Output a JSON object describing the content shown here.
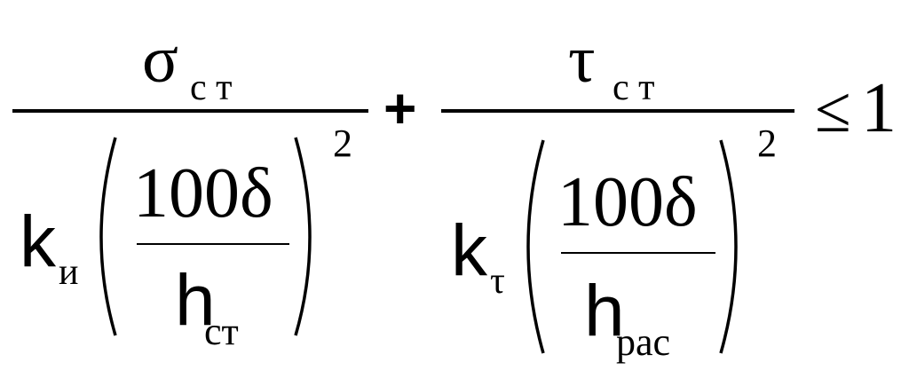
{
  "formula": {
    "term1": {
      "numerator_symbol": "σ",
      "numerator_subscript": "с т",
      "coefficient": "k",
      "coefficient_subscript": "и",
      "inner_numerator": "100δ",
      "inner_denominator_symbol": "h",
      "inner_denominator_subscript": "ст",
      "exponent": "2"
    },
    "operator_plus": "+",
    "term2": {
      "numerator_symbol": "τ",
      "numerator_subscript": "с т",
      "coefficient": "k",
      "coefficient_subscript": "τ",
      "inner_numerator": "100δ",
      "inner_denominator_symbol": "h",
      "inner_denominator_subscript": "рас",
      "exponent": "2"
    },
    "relation": "≤",
    "rhs": "1"
  }
}
